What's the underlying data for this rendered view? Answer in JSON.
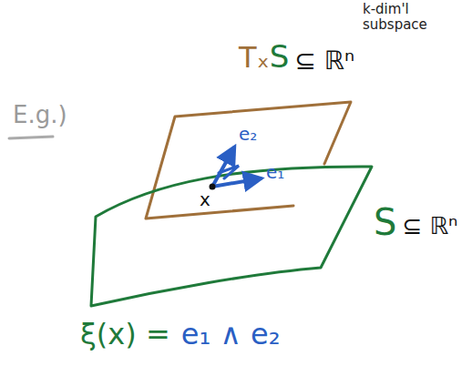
{
  "diagram": {
    "labels": [
      "E.g.)",
      "k-dim'l subspace",
      "Tₓ",
      "S",
      "⊆ ℝⁿ",
      "e₂",
      "e₁",
      "x",
      "S",
      "⊆ ℝⁿ",
      "ξ(x) =",
      "e₁ ∧ e₂"
    ]
  }
}
